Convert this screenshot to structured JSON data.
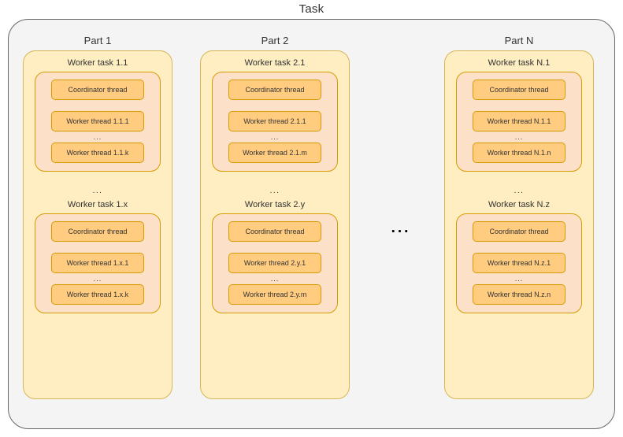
{
  "diagram": {
    "title": "Task",
    "parts_separator": "...",
    "parts": [
      {
        "label": "Part 1",
        "groups_separator": "...",
        "worker_tasks": [
          {
            "label": "Worker task 1.1",
            "threads_separator": "...",
            "threads": [
              {
                "label": "Coordinator thread"
              },
              {
                "label": "Worker thread 1.1.1"
              },
              {
                "label": "Worker thread 1.1.k"
              }
            ]
          },
          {
            "label": "Worker task 1.x",
            "threads_separator": "...",
            "threads": [
              {
                "label": "Coordinator thread"
              },
              {
                "label": "Worker thread 1.x.1"
              },
              {
                "label": "Worker thread 1.x.k"
              }
            ]
          }
        ]
      },
      {
        "label": "Part 2",
        "groups_separator": "...",
        "worker_tasks": [
          {
            "label": "Worker task 2.1",
            "threads_separator": "...",
            "threads": [
              {
                "label": "Coordinator thread"
              },
              {
                "label": "Worker thread 2.1.1"
              },
              {
                "label": "Worker thread 2.1.m"
              }
            ]
          },
          {
            "label": "Worker task 2.y",
            "threads_separator": "...",
            "threads": [
              {
                "label": "Coordinator thread"
              },
              {
                "label": "Worker thread 2.y.1"
              },
              {
                "label": "Worker thread 2.y.m"
              }
            ]
          }
        ]
      },
      {
        "label": "Part N",
        "groups_separator": "...",
        "worker_tasks": [
          {
            "label": "Worker task N.1",
            "threads_separator": "...",
            "threads": [
              {
                "label": "Coordinator thread"
              },
              {
                "label": "Worker thread N.1.1"
              },
              {
                "label": "Worker thread N.1.n"
              }
            ]
          },
          {
            "label": "Worker task N.z",
            "threads_separator": "...",
            "threads": [
              {
                "label": "Coordinator thread"
              },
              {
                "label": "Worker thread N.z.1"
              },
              {
                "label": "Worker thread N.z.n"
              }
            ]
          }
        ]
      }
    ]
  },
  "colors": {
    "canvas_background": "#ffffff",
    "task_fill": "#f4f4f4",
    "task_stroke": "#666666",
    "part_fill": "#ffeec2",
    "part_stroke": "#d6b656",
    "worker_task_fill": "#fce1c8",
    "worker_task_stroke": "#d79b00",
    "thread_fill": "#ffcc80",
    "thread_stroke": "#d79b00",
    "text": "#333333"
  }
}
